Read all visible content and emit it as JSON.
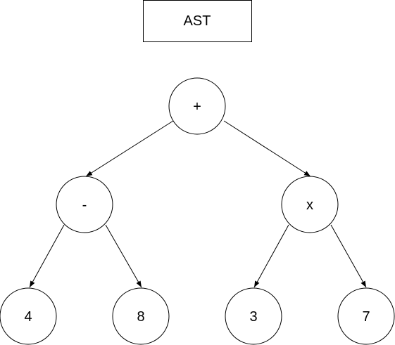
{
  "title": "AST",
  "nodes": {
    "root": "+",
    "left": "-",
    "right": "x",
    "left_left": "4",
    "left_right": "8",
    "right_left": "3",
    "right_right": "7"
  },
  "colors": {
    "stroke": "#000000",
    "fill": "#ffffff",
    "text": "#000000"
  }
}
